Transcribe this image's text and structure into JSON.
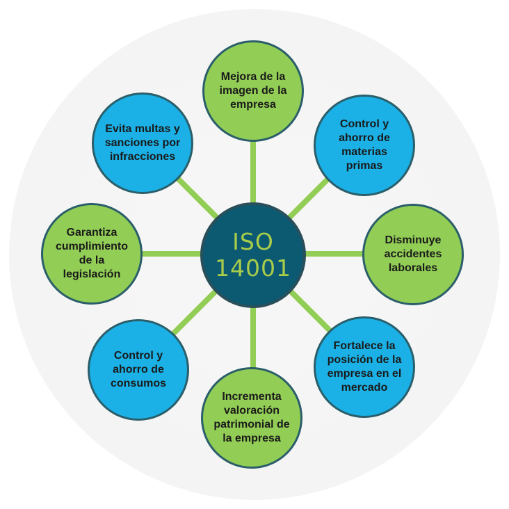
{
  "colors": {
    "green": "#92cd55",
    "blue": "#1bb1e6",
    "center": "#0b5a72",
    "center_text": "#a9cc4a",
    "connector": "#92cd55",
    "node_border": "#2a5e6a"
  },
  "center": {
    "line1": "ISO",
    "line2": "14001"
  },
  "nodes": [
    {
      "id": "top",
      "text": "Mejora de la imagen de la empresa",
      "color": "green"
    },
    {
      "id": "top-right",
      "text": "Control y ahorro de materias primas",
      "color": "blue"
    },
    {
      "id": "right",
      "text": "Disminuye accidentes laborales",
      "color": "green"
    },
    {
      "id": "bottom-right",
      "text": "Fortalece la posición de la empresa en el mercado",
      "color": "blue"
    },
    {
      "id": "bottom",
      "text": "Incrementa valoración patrimonial de la empresa",
      "color": "green"
    },
    {
      "id": "bottom-left",
      "text": "Control y ahorro de consumos",
      "color": "blue"
    },
    {
      "id": "left",
      "text": "Garantiza cumplimiento de la legislación",
      "color": "green"
    },
    {
      "id": "top-left",
      "text": "Evita multas y sanciones por infracciones",
      "color": "blue"
    }
  ]
}
